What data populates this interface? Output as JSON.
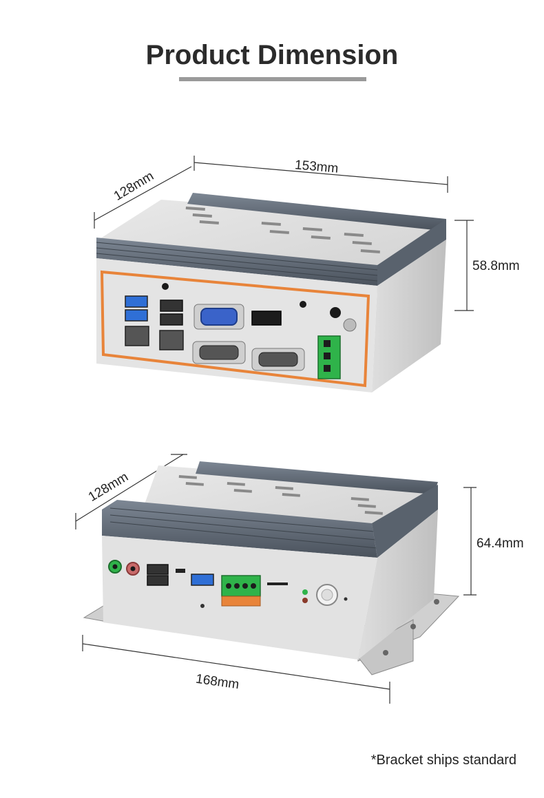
{
  "title": "Product Dimension",
  "top_view": {
    "width_label": "153mm",
    "depth_label": "128mm",
    "height_label": "58.8mm"
  },
  "bottom_view": {
    "depth_label": "128mm",
    "width_label": "168mm",
    "height_label": "64.4mm"
  },
  "footnote": "*Bracket ships standard",
  "colors": {
    "title_bar": "#9a9a9a",
    "accent_orange": "#e8843a",
    "case_gray": "#d8d8d8",
    "heatsink": "#5b6470",
    "usb3_blue": "#2f6fd6",
    "terminal_green": "#2fb34a"
  }
}
